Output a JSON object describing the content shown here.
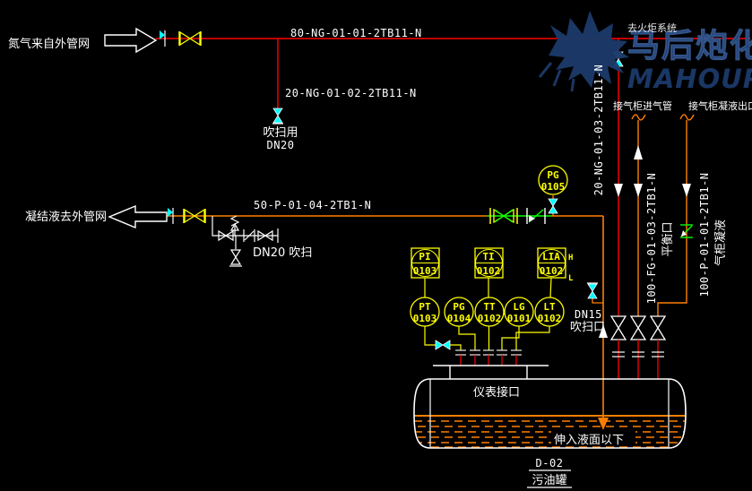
{
  "colors": {
    "pipe_red": "#ff0000",
    "pipe_orange": "#ff7f00",
    "valve_yellow": "#ffff00",
    "valve_cyan": "#00ffff",
    "valve_green": "#00ff00",
    "drawing_white": "#ffffff",
    "instrument_yellow": "#ffff00",
    "logo_blue": "#1c3a6a",
    "background": "#000000"
  },
  "labels": {
    "nitrogen_source": "氮气来自外管网",
    "ng_main_line_number": "80-NG-01-01-2TB11-N",
    "ng_purge_line_number": "20-NG-01-02-2TB11-N",
    "ng_purge_use": "吹扫用",
    "ng_purge_size": "DN20",
    "flare_dest": "去火炬系统",
    "ng_riser_line_number": "20-NG-01-03-2TB11-N",
    "gas_holder_inlet": "接气柜进气管",
    "gas_holder_outlet": "接气柜凝液出口",
    "balance_line_number": "100-FG-01-03-2TB1-N",
    "balance_service": "平衡口",
    "return_line_number": "100-P-01-01-2TB1-N",
    "return_service": "气柜凝液",
    "condensate_dest": "凝结液去外管网",
    "condensate_line_number": "50-P-01-04-2TB1-N",
    "bypass_purge": "DN20 吹扫",
    "dn15_size": "DN15",
    "dn15_use": "吹扫口",
    "vessel_nozzle": "仪表接口",
    "dip_note": "伸入液面以下",
    "vessel_tag": "D-02",
    "vessel_name": "污油罐"
  },
  "instruments": {
    "pg_local": {
      "tag": "PG",
      "num": "0105"
    },
    "dcs": [
      {
        "tag": "PI",
        "num": "0103"
      },
      {
        "tag": "TI",
        "num": "0102"
      },
      {
        "tag": "LIA",
        "num": "0102",
        "alarm_high": "H",
        "alarm_low": "L"
      }
    ],
    "field": [
      {
        "tag": "PT",
        "num": "0103"
      },
      {
        "tag": "PG",
        "num": "0104"
      },
      {
        "tag": "TT",
        "num": "0102"
      },
      {
        "tag": "LG",
        "num": "0101"
      },
      {
        "tag": "LT",
        "num": "0102"
      }
    ]
  },
  "logo": {
    "cn": "马后炮化工",
    "en": "MAHOUPAO"
  }
}
